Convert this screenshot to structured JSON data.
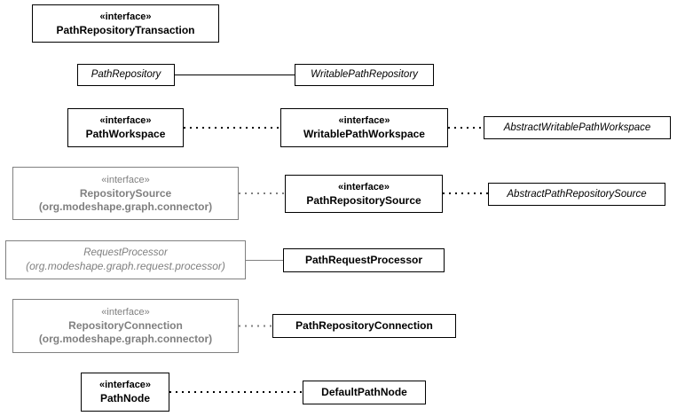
{
  "nodes": {
    "path_repository_transaction": {
      "stereotype": "«interface»",
      "name": "PathRepositoryTransaction"
    },
    "path_repository": {
      "name": "PathRepository"
    },
    "writable_path_repository": {
      "name": "WritablePathRepository"
    },
    "path_workspace": {
      "stereotype": "«interface»",
      "name": "PathWorkspace"
    },
    "writable_path_workspace": {
      "stereotype": "«interface»",
      "name": "WritablePathWorkspace"
    },
    "abstract_writable_path_workspace": {
      "name": "AbstractWritablePathWorkspace"
    },
    "repository_source": {
      "stereotype": "«interface»",
      "name": "RepositorySource",
      "package": "(org.modeshape.graph.connector)"
    },
    "path_repository_source": {
      "stereotype": "«interface»",
      "name": "PathRepositorySource"
    },
    "abstract_path_repository_source": {
      "name": "AbstractPathRepositorySource"
    },
    "request_processor": {
      "name": "RequestProcessor",
      "package": "(org.modeshape.graph.request.processor)"
    },
    "path_request_processor": {
      "name": "PathRequestProcessor"
    },
    "repository_connection": {
      "stereotype": "«interface»",
      "name": "RepositoryConnection",
      "package": "(org.modeshape.graph.connector)"
    },
    "path_repository_connection": {
      "name": "PathRepositoryConnection"
    },
    "path_node": {
      "stereotype": "«interface»",
      "name": "PathNode"
    },
    "default_path_node": {
      "name": "DefaultPathNode"
    }
  },
  "colors": {
    "line": "#000000",
    "external": "#808080",
    "background": "#ffffff"
  }
}
